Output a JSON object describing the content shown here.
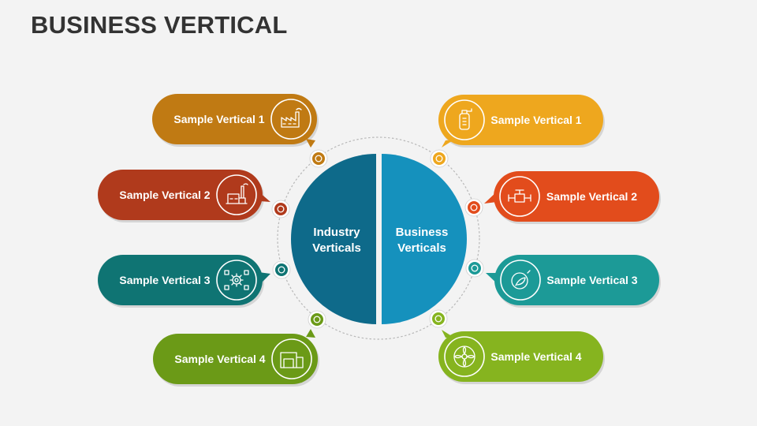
{
  "title": "BUSINESS VERTICAL",
  "center": {
    "left_label": [
      "Industry",
      "Verticals"
    ],
    "right_label": [
      "Business",
      "Verticals"
    ],
    "left_color": "#0e6a8a",
    "right_color": "#1591bd"
  },
  "left_items": [
    {
      "label": "Sample Vertical 1",
      "color": "#c07a13",
      "icon": "factory-icon"
    },
    {
      "label": "Sample Vertical 2",
      "color": "#b03a1c",
      "icon": "power-plant-icon"
    },
    {
      "label": "Sample Vertical 3",
      "color": "#0f7473",
      "icon": "gear-network-icon"
    },
    {
      "label": "Sample Vertical 4",
      "color": "#6b9a17",
      "icon": "warehouse-icon"
    }
  ],
  "right_items": [
    {
      "label": "Sample Vertical 1",
      "color": "#eea71e",
      "icon": "gas-cylinder-icon"
    },
    {
      "label": "Sample Vertical 2",
      "color": "#e24c1c",
      "icon": "valve-pipe-icon"
    },
    {
      "label": "Sample Vertical 3",
      "color": "#1c9a97",
      "icon": "globe-leaf-icon"
    },
    {
      "label": "Sample Vertical 4",
      "color": "#86b41f",
      "icon": "turbine-icon"
    }
  ]
}
